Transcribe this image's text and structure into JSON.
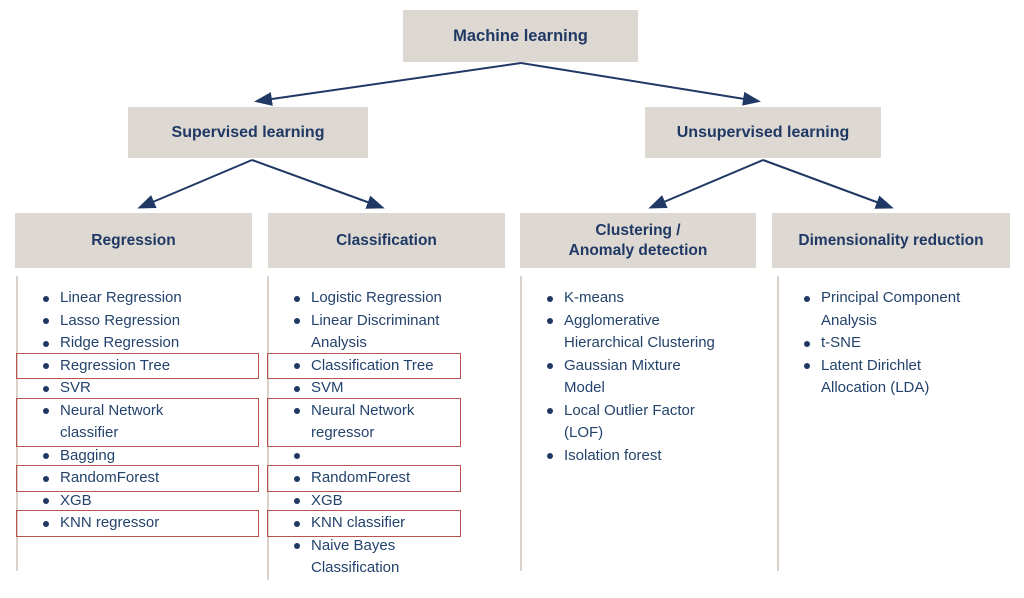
{
  "colors": {
    "text_navy": "#1f3864",
    "box_fill": "#ddd8d2",
    "highlight_red": "#b85450",
    "divider": "#d9d2cb"
  },
  "root": {
    "label": "Machine learning"
  },
  "branches": [
    {
      "label": "Supervised learning"
    },
    {
      "label": "Unsupervised learning"
    }
  ],
  "columns": [
    {
      "header": "Regression",
      "items": [
        {
          "text": "Linear Regression",
          "boxed": false
        },
        {
          "text": "Lasso Regression",
          "boxed": false
        },
        {
          "text": "Ridge Regression",
          "boxed": false
        },
        {
          "text": "Regression Tree",
          "boxed": true
        },
        {
          "text": "SVR",
          "boxed": false
        },
        {
          "text": "Neural Network\nclassifier",
          "boxed": true
        },
        {
          "text": "Bagging",
          "boxed": false
        },
        {
          "text": "RandomForest",
          "boxed": true
        },
        {
          "text": "XGB",
          "boxed": false
        },
        {
          "text": "KNN regressor",
          "boxed": true
        }
      ]
    },
    {
      "header": "Classification",
      "items": [
        {
          "text": "Logistic Regression",
          "boxed": false
        },
        {
          "text": "Linear Discriminant\nAnalysis",
          "boxed": false
        },
        {
          "text": "Classification Tree",
          "boxed": true
        },
        {
          "text": "SVM",
          "boxed": false
        },
        {
          "text": "Neural Network\nregressor",
          "boxed": true
        },
        {
          "text": "",
          "boxed": false
        },
        {
          "text": "RandomForest",
          "boxed": true
        },
        {
          "text": "XGB",
          "boxed": false
        },
        {
          "text": "KNN classifier",
          "boxed": true
        },
        {
          "text": "Naive Bayes\nClassification",
          "boxed": false
        }
      ]
    },
    {
      "header": "Clustering /\nAnomaly detection",
      "items": [
        {
          "text": "K-means",
          "boxed": false
        },
        {
          "text": "Agglomerative\nHierarchical Clustering",
          "boxed": false
        },
        {
          "text": "Gaussian Mixture\nModel",
          "boxed": false
        },
        {
          "text": "Local Outlier Factor\n(LOF)",
          "boxed": false
        },
        {
          "text": "Isolation forest",
          "boxed": false
        }
      ]
    },
    {
      "header": "Dimensionality reduction",
      "items": [
        {
          "text": "Principal Component\nAnalysis",
          "boxed": false
        },
        {
          "text": "t-SNE",
          "boxed": false
        },
        {
          "text": "Latent Dirichlet\nAllocation (LDA)",
          "boxed": false
        }
      ]
    }
  ]
}
